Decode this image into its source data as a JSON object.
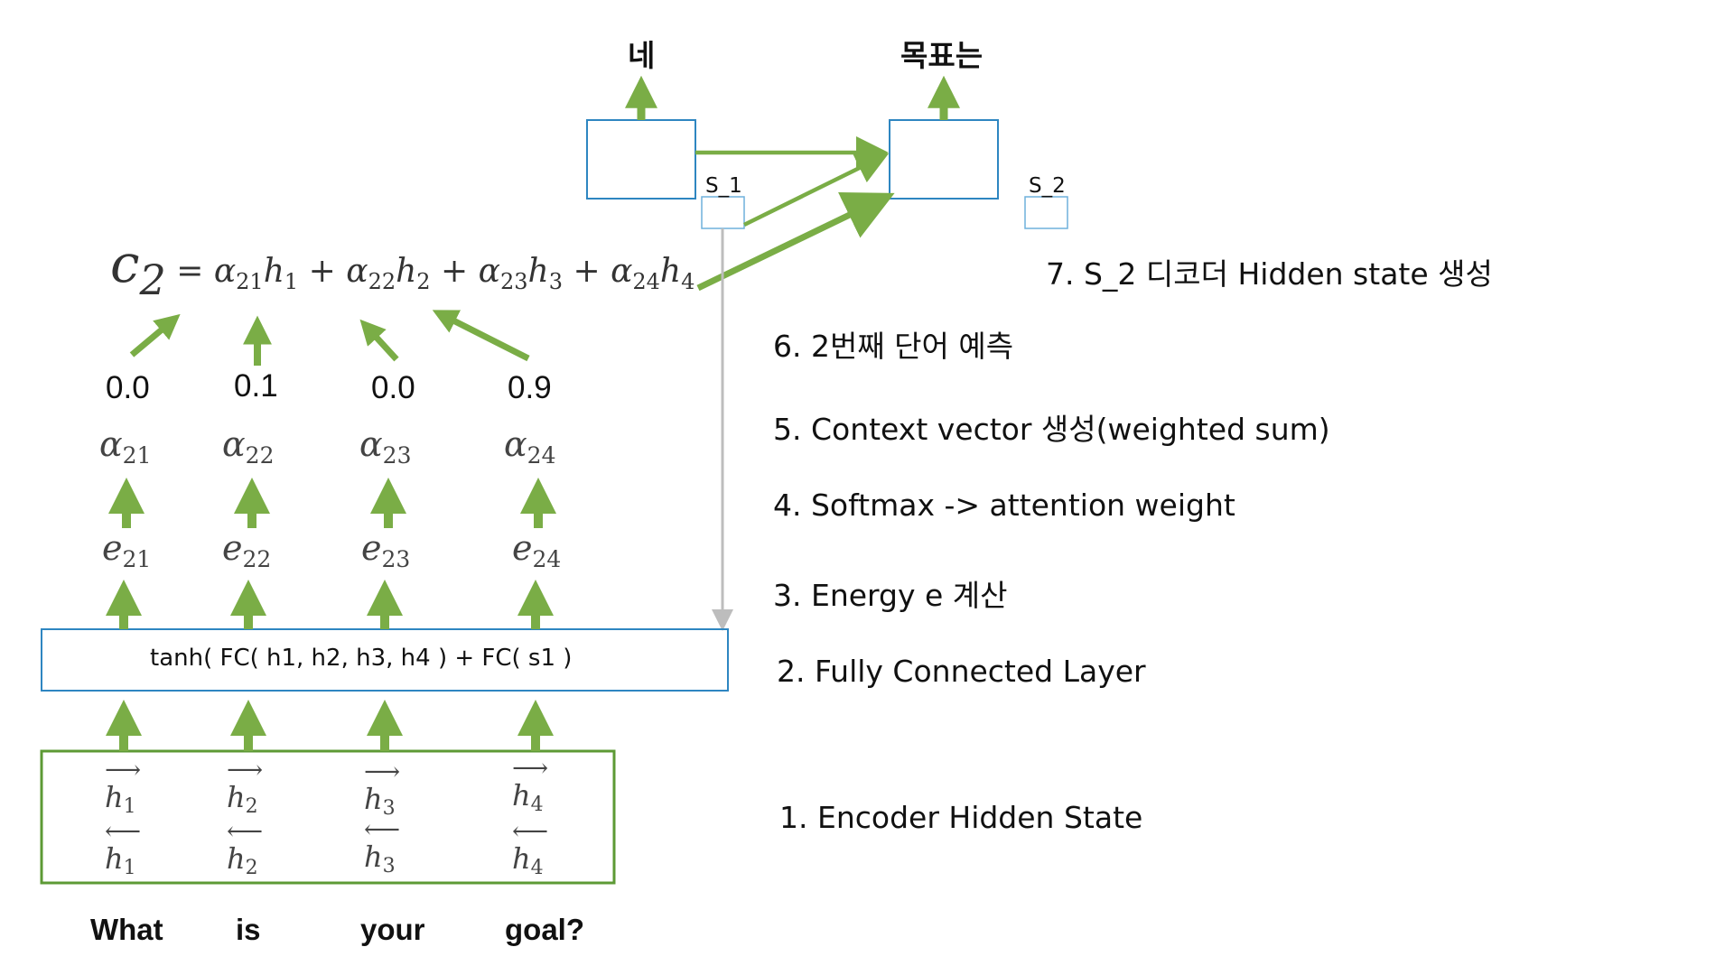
{
  "input_words": [
    "What",
    "is",
    "your",
    "goal?"
  ],
  "output_words": [
    "네",
    "목표는"
  ],
  "decoder_states": [
    "S_1",
    "S_2"
  ],
  "fc_layer_text": "tanh( FC( h1, h2, h3, h4 ) + FC( s1 )",
  "encoder_states": {
    "forward": [
      {
        "base": "h",
        "sub": "1"
      },
      {
        "base": "h",
        "sub": "2"
      },
      {
        "base": "h",
        "sub": "3"
      },
      {
        "base": "h",
        "sub": "4"
      }
    ],
    "backward": [
      {
        "base": "h",
        "sub": "1"
      },
      {
        "base": "h",
        "sub": "2"
      },
      {
        "base": "h",
        "sub": "3"
      },
      {
        "base": "h",
        "sub": "4"
      }
    ]
  },
  "energies": [
    {
      "base": "e",
      "sub": "21"
    },
    {
      "base": "e",
      "sub": "22"
    },
    {
      "base": "e",
      "sub": "23"
    },
    {
      "base": "e",
      "sub": "24"
    }
  ],
  "alphas": [
    {
      "base": "α",
      "sub": "21"
    },
    {
      "base": "α",
      "sub": "22"
    },
    {
      "base": "α",
      "sub": "23"
    },
    {
      "base": "α",
      "sub": "24"
    }
  ],
  "attention_weights": [
    "0.0",
    "0.1",
    "0.0",
    "0.9"
  ],
  "formula": {
    "lhs_base": "c",
    "lhs_sub": "2",
    "eq": "=",
    "terms": [
      {
        "a": "α",
        "asub": "21",
        "h": "h",
        "hsub": "1"
      },
      {
        "a": "α",
        "asub": "22",
        "h": "h",
        "hsub": "2"
      },
      {
        "a": "α",
        "asub": "23",
        "h": "h",
        "hsub": "3"
      },
      {
        "a": "α",
        "asub": "24",
        "h": "h",
        "hsub": "4"
      }
    ],
    "plus": "+"
  },
  "steps": [
    "7. S_2 디코더 Hidden state 생성",
    "6. 2번째 단어 예측",
    "5. Context vector 생성(weighted sum)",
    "4. Softmax -> attention weight",
    "3. Energy e 계산",
    "2. Fully Connected Layer",
    "1. Encoder Hidden State"
  ],
  "colors": {
    "arrow_green": "#7aad46",
    "box_blue": "#2e86c1",
    "box_green": "#5d9a35",
    "connector_gray": "#bdbdbd"
  }
}
